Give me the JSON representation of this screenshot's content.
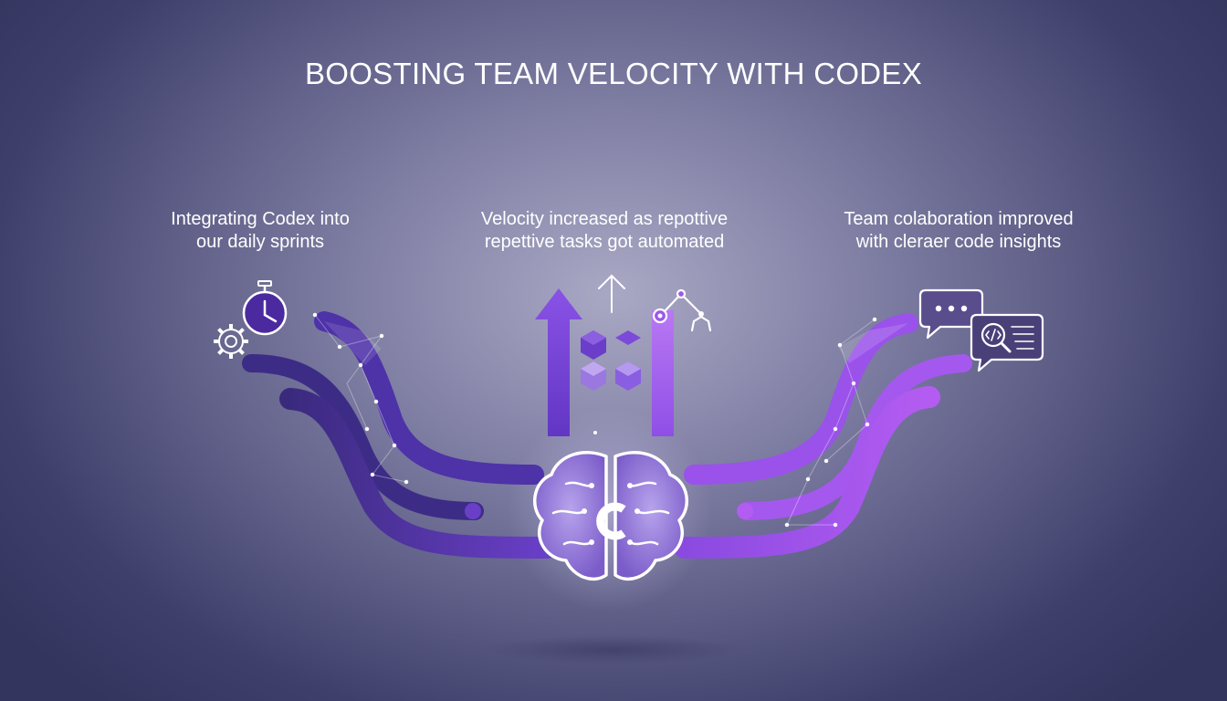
{
  "title": "BOOSTING TEAM VELOCITY WITH CODEX",
  "captions": {
    "left": {
      "line1": "Integrating Codex into",
      "line2": "our daily sprints"
    },
    "middle": {
      "line1": "Velocity increased as repottive",
      "line2": "repettive tasks got automated"
    },
    "right": {
      "line1": "Team colaboration improved",
      "line2": "with cleraer code insights"
    }
  },
  "colors": {
    "background": "#4a4b78",
    "stream_dark": "#4a2e9c",
    "stream_mid": "#7a45d6",
    "stream_light": "#b35cf2",
    "text": "#ffffff"
  },
  "icons": {
    "left": [
      "stopwatch-icon",
      "gear-icon"
    ],
    "middle": [
      "arrow-up-icon",
      "blocks-icon",
      "robot-arm-icon"
    ],
    "center": "brain-c-icon",
    "right": [
      "chat-bubble-icon",
      "code-search-icon"
    ]
  }
}
